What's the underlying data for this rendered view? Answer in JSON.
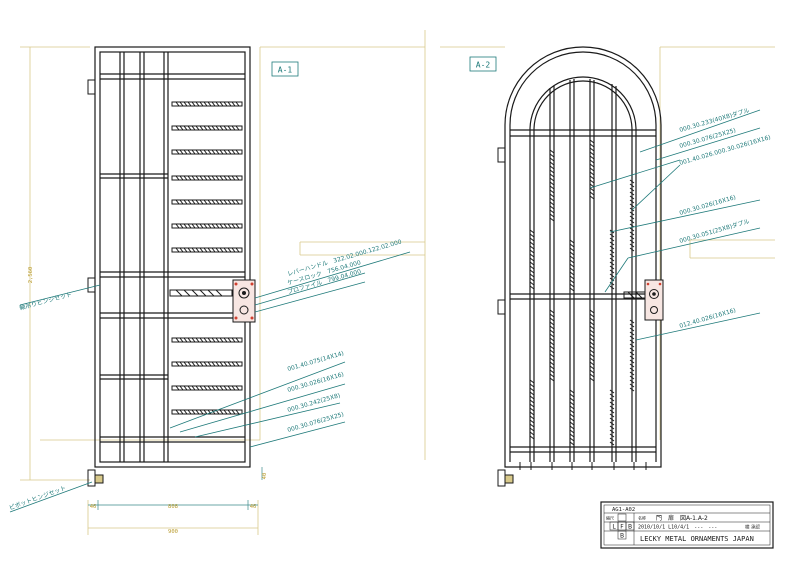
{
  "drawing": {
    "view_a1_label": "A-1",
    "view_a2_label": "A-2",
    "colors": {
      "line": "#1a1a1a",
      "leader": "#1f7a7a",
      "dimension": "#3a8a8a",
      "outline": "#d8c98a",
      "dim_text": "#b89a2a",
      "hardware": "#d04030"
    }
  },
  "a1": {
    "callouts": {
      "lever_handle": "レバーハンドル　322.02.000.122.02.000",
      "case_lock": "ケースロック　756.04.000",
      "profile": "プロファイル　799.04.000",
      "bar_1": "001.40.075(14X14)",
      "bar_2": "000.30.026(16X16)",
      "bar_3": "000.30.242(25X8)",
      "bar_4": "000.30.076(25X25)",
      "spring_hinge": "軸吊りヒンジセット",
      "pivot_hinge": "ピボットヒンジセット"
    },
    "dims": {
      "height": "2,560",
      "inner_width": "808",
      "left_margin": "46",
      "right_margin": "46",
      "total_width": "900",
      "bottom_gap": "40"
    }
  },
  "a2": {
    "callouts": {
      "c1": "000.30.233(40X8)ダブル",
      "c2": "000.30.076(25X25)",
      "c3": "001.40.026.000.30.026(16X16)",
      "c4": "000.30.026(16X16)",
      "c5": "000.30.051(25X8)ダブル",
      "c6": "012.40.026(16X16)"
    }
  },
  "title_block": {
    "drawing_no": "AG1-A02",
    "scale_label": "縮尺",
    "name_prefix": "名称",
    "drawing_name": "門　扉　図A-1.A-2",
    "date_row": "2010/10/1 L10/4/1　---　---",
    "approval": "検 承認",
    "company": "LECKY METAL ORNAMENTS JAPAN",
    "grid_letters": [
      "L",
      "F",
      "B",
      "B"
    ]
  }
}
